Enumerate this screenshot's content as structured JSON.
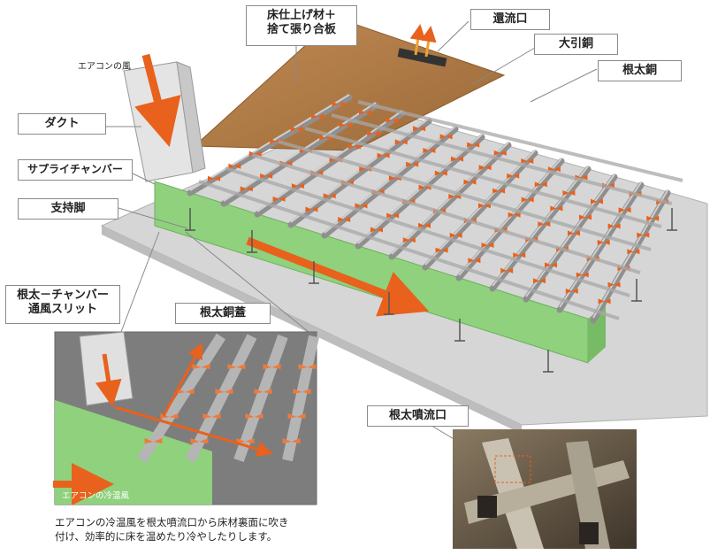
{
  "labels": {
    "floor_finish": "床仕上げ材＋\n捨て張り合板",
    "return_vent": "還流口",
    "main_beam": "大引銅",
    "joist": "根太銅",
    "aircon_air": "エアコンの風",
    "duct": "ダクト",
    "supply_chamber": "サプライチャンバー",
    "support_leg": "支持脚",
    "joist_chamber_slit": "根太－チャンバー\n通風スリット",
    "joist_cover": "根太銅蓋",
    "joist_outlet": "根太噴流口",
    "aircon_cold_warm": "エアコンの冷温風"
  },
  "caption": {
    "line1": "エアコンの冷温風を根太噴流口から床材裏面に吹き",
    "line2": "付け、効率的に床を温めたり冷やしたりします。"
  },
  "colors": {
    "arrow": "#e8611d",
    "chamber_green": "#8fd17c",
    "steel": "#9c9c9c",
    "slab": "#cfcfcf",
    "wood": "#b57f4a"
  }
}
